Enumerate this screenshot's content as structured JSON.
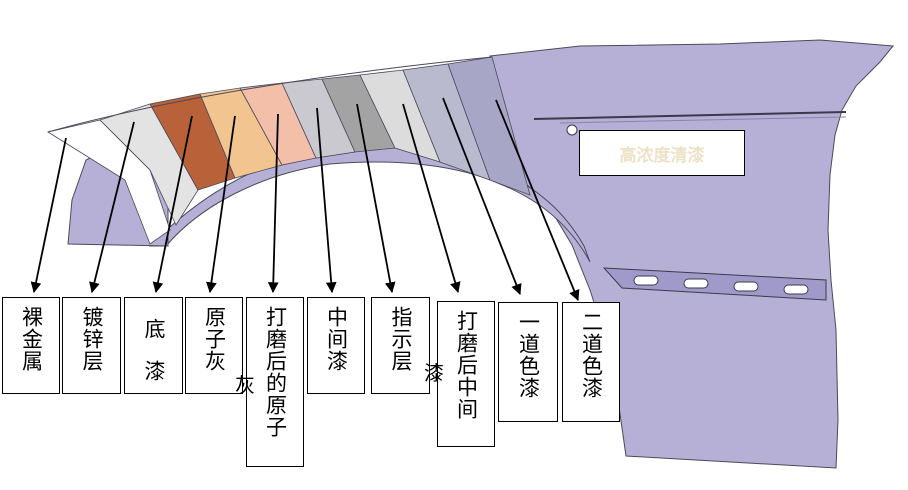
{
  "callout": {
    "text": "高浓度清漆"
  },
  "layers": [
    {
      "id": "bare-metal",
      "label": "裸金属",
      "color": "#ffffff"
    },
    {
      "id": "galvanized",
      "label": "镀锌层",
      "color": "#e3e3e3"
    },
    {
      "id": "primer",
      "label": "底漆",
      "color": "#b9623a"
    },
    {
      "id": "putty",
      "label": "原子灰",
      "color": "#f2c48f"
    },
    {
      "id": "sanded-putty",
      "label": "打磨后的原子灰",
      "color": "#f4bfa8"
    },
    {
      "id": "intermediate-coat",
      "label": "中间漆",
      "color": "#c9c9cf"
    },
    {
      "id": "guide-coat",
      "label": "指示层",
      "color": "#a3a3a3"
    },
    {
      "id": "sanded-intermediate",
      "label": "打磨后中间漆",
      "color": "#dcdcdc"
    },
    {
      "id": "base-coat-1",
      "label": "一道色漆",
      "color": "#babacf"
    },
    {
      "id": "base-coat-2",
      "label": "二道色漆",
      "color": "#a8a6c6"
    }
  ],
  "labels": {
    "bare_metal": "裸金属",
    "galvanized": "镀锌层",
    "primer_top": "底",
    "primer_bottom": "漆",
    "putty": "原子灰",
    "sanded_putty_main": "打磨后的原子",
    "sanded_putty_tail": "灰",
    "intermediate_coat": "中间漆",
    "guide_coat": "指示层",
    "sanded_intermediate_main": "打磨后中间",
    "sanded_intermediate_tail": "漆",
    "base_coat_1": "一道色漆",
    "base_coat_2": "二道色漆"
  },
  "colors": {
    "panel": "#b6b0d6",
    "outline": "#4a4a5a",
    "arrow": "#000000"
  }
}
